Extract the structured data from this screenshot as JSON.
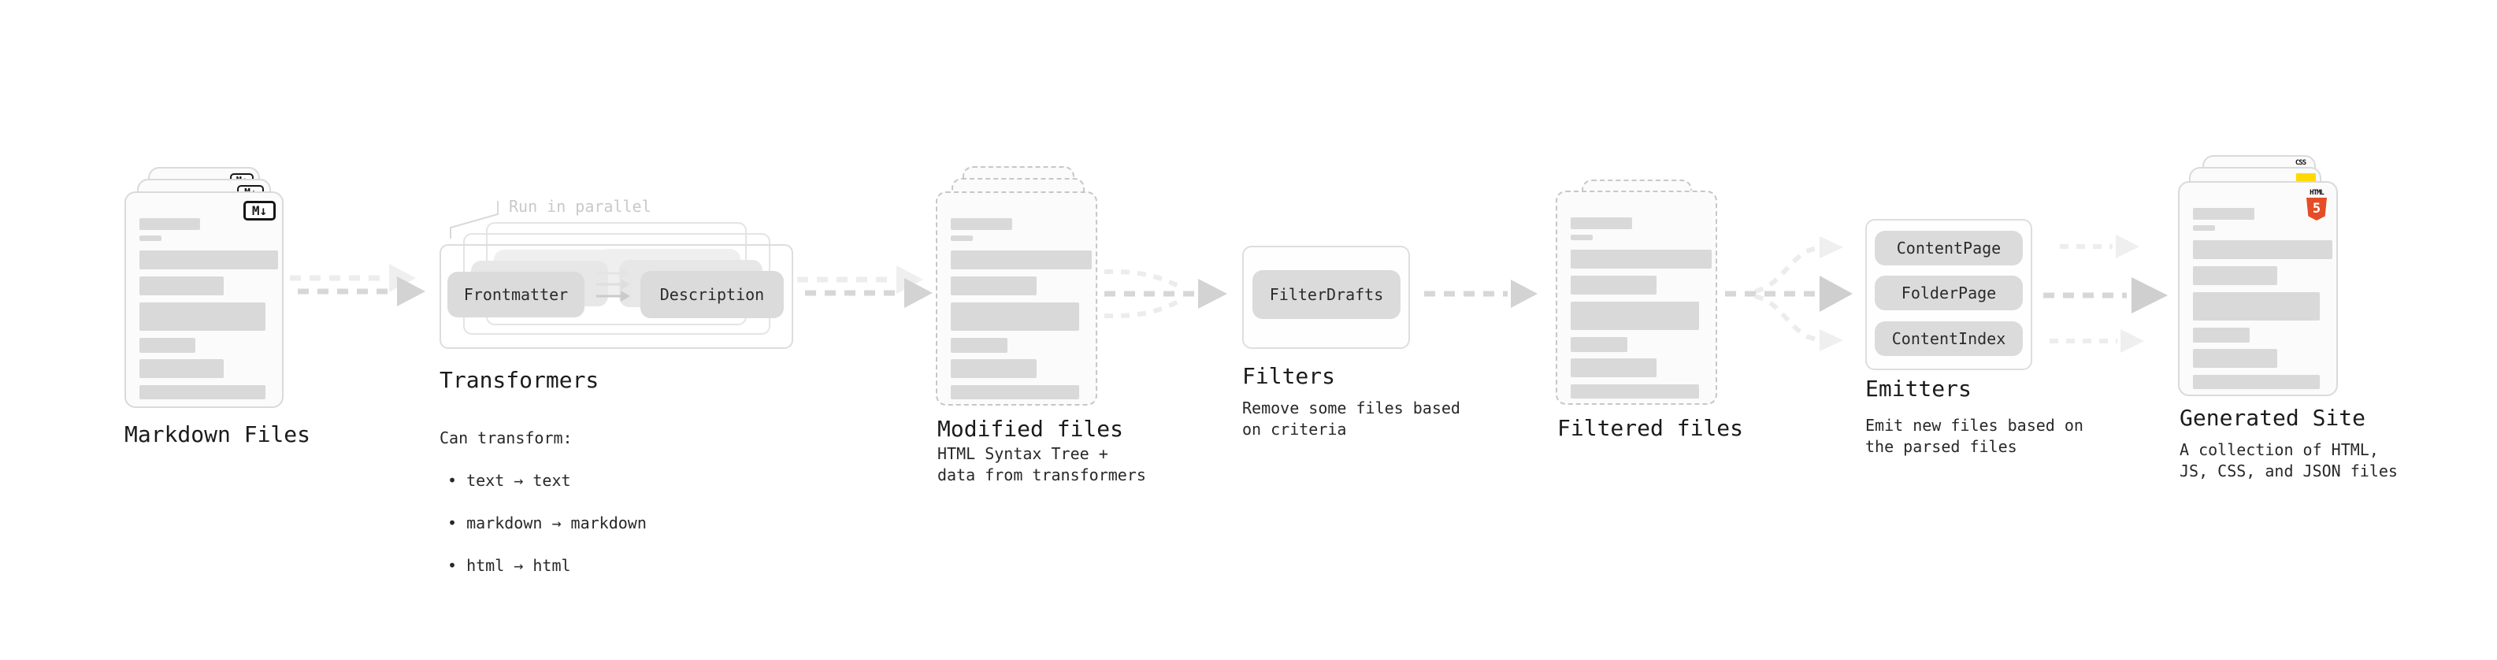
{
  "palette": {
    "background": "#ffffff",
    "card_fill": "#fbfbfb",
    "card_border": "#dadada",
    "skeleton_bar": "#d9d9d9",
    "pill_fill": "#dbdbdb",
    "arrow_gray": "#d5d5d5",
    "arrow_light": "#ededed",
    "annotation_gray": "#c9c9c9",
    "html5_orange": "#e44d26",
    "js_yellow": "#ffd900",
    "css_blue": "#2d62e8"
  },
  "nodes": {
    "markdown": {
      "title": "Markdown Files",
      "badge": "M↓"
    },
    "transformers": {
      "annotation": "Run in parallel",
      "pill_left": "Frontmatter",
      "pill_right": "Description",
      "title": "Transformers",
      "heading": "Can transform:",
      "bullets": [
        "• text → text",
        "• markdown → markdown",
        "• html → html"
      ]
    },
    "modified": {
      "title": "Modified files",
      "description": "HTML Syntax Tree +\ndata from transformers"
    },
    "filters": {
      "pill": "FilterDrafts",
      "title": "Filters",
      "description": "Remove some files based\non criteria"
    },
    "filtered": {
      "title": "Filtered files"
    },
    "emitters": {
      "pills": [
        "ContentPage",
        "FolderPage",
        "ContentIndex"
      ],
      "title": "Emitters",
      "description": "Emit new files based on\nthe parsed files"
    },
    "generated": {
      "title": "Generated Site",
      "description": "A collection of HTML,\nJS, CSS, and JSON files",
      "css_badge": "CSS",
      "html_badge_label": "HTML",
      "html_badge_number": "5"
    }
  }
}
